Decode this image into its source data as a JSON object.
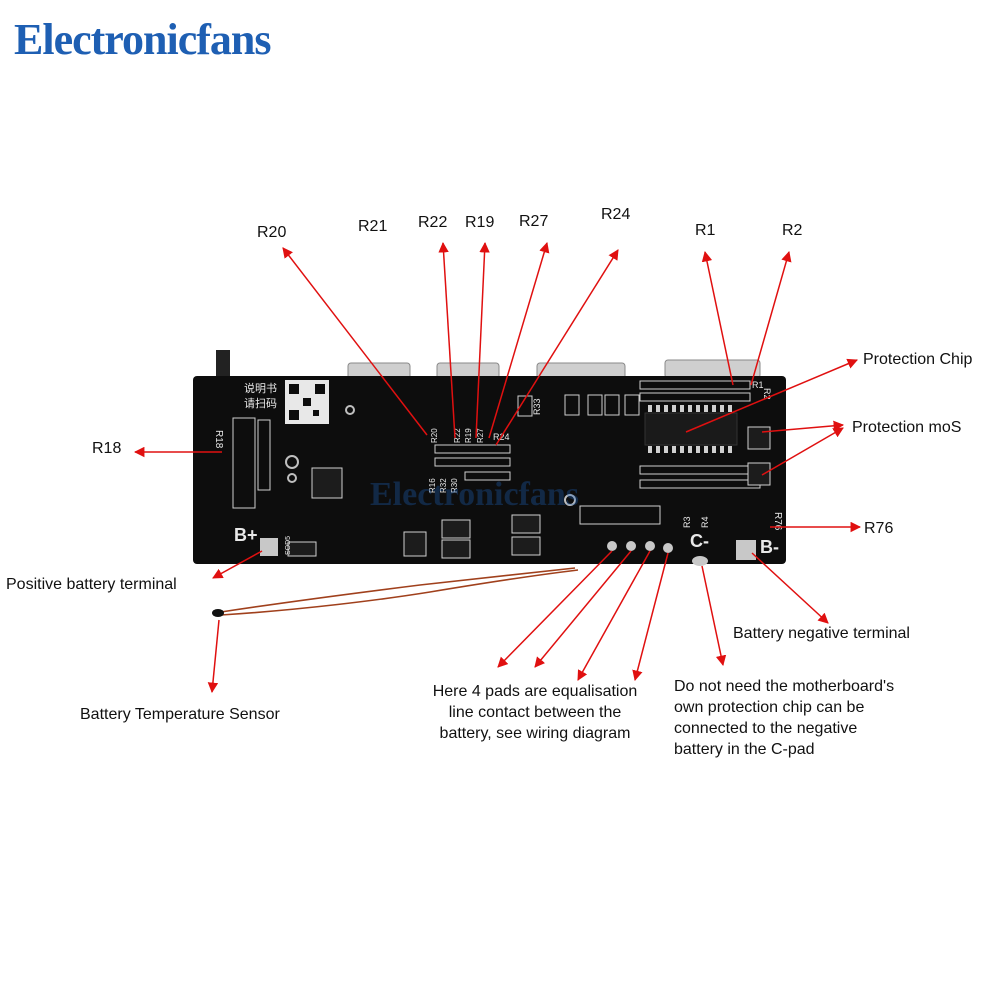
{
  "brand": "Electronicfans",
  "board": {
    "silk_bplus": "B+",
    "silk_bminus": "B-",
    "silk_cminus": "C-",
    "silk_scan": [
      "说明书",
      "请扫码"
    ],
    "watermark": "Electronicfans",
    "component_labels": [
      "R18",
      "R20",
      "R22",
      "R19",
      "R27",
      "R24",
      "R33",
      "R16",
      "R32",
      "R30",
      "R3",
      "R4",
      "R76",
      "R1",
      "R2",
      "SOD5"
    ]
  },
  "labels": {
    "r20": "R20",
    "r21": "R21",
    "r22": "R22",
    "r19": "R19",
    "r27": "R27",
    "r24": "R24",
    "r1": "R1",
    "r2": "R2",
    "r18": "R18",
    "r76": "R76",
    "protection_chip": "Protection Chip",
    "protection_mos": "Protection moS",
    "positive_terminal": "Positive battery terminal",
    "negative_terminal": "Battery negative terminal",
    "temp_sensor": "Battery Temperature Sensor"
  },
  "notes": {
    "pads": [
      "Here 4 pads are equalisation",
      "line contact between the",
      "battery, see wiring diagram"
    ],
    "cpad": [
      "Do not need the motherboard's",
      "own protection chip can be",
      "connected to the negative",
      "battery in the C-pad"
    ]
  },
  "colors": {
    "brand": "#1e5fb3",
    "arrow": "#e01010",
    "pcb": "#0d0d0d",
    "pad": "#c8c8c8",
    "wire": "#a0401c"
  }
}
